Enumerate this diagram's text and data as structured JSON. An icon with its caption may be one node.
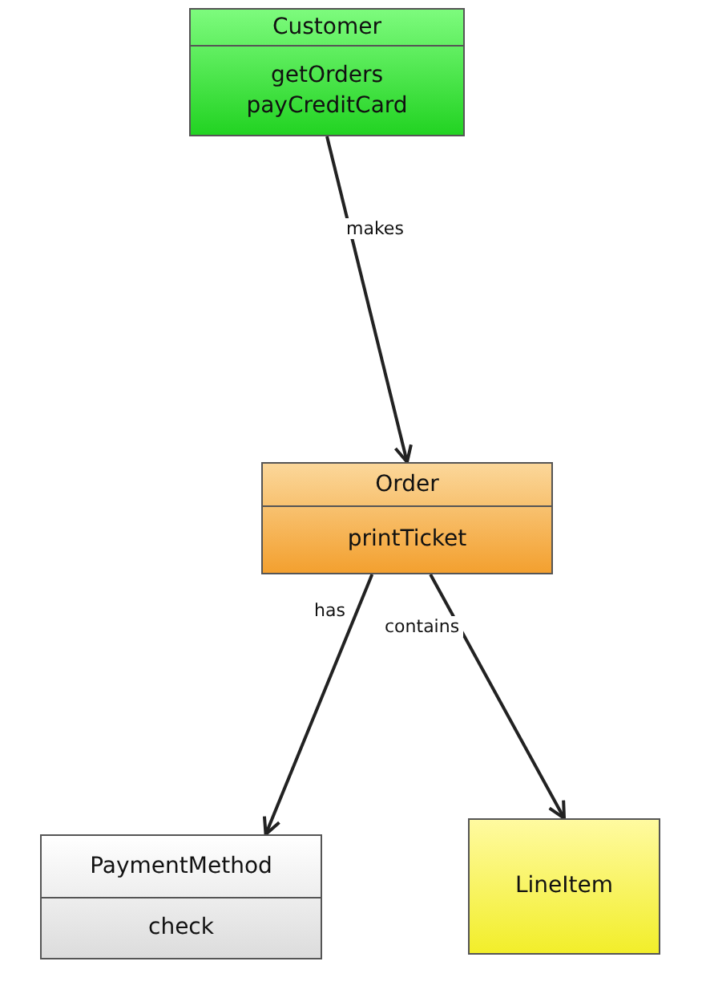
{
  "diagram": {
    "nodes": [
      {
        "text": [
          "Customer",
          "getOrders",
          "payCreditCard"
        ]
      },
      {
        "text": [
          "Order",
          "printTicket"
        ]
      },
      {
        "text": [
          "PaymentMethod",
          "check"
        ]
      },
      {
        "text": [
          "LineItem"
        ]
      }
    ],
    "edges": [
      {
        "from": 0,
        "to": 1,
        "arrow": "to",
        "label": "makes"
      },
      {
        "from": 1,
        "to": 2,
        "arrow": "to",
        "label": "has"
      },
      {
        "from": 1,
        "to": 3,
        "arrow": "to",
        "label": "contains"
      }
    ]
  }
}
